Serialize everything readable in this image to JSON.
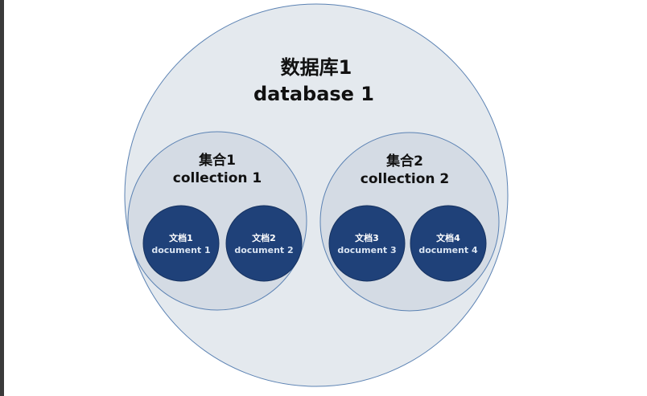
{
  "database": {
    "label_cn": "数据库1",
    "label_en": "database 1"
  },
  "collections": [
    {
      "label_cn": "集合1",
      "label_en": "collection 1",
      "documents": [
        {
          "label_cn": "文档1",
          "label_en": "document 1"
        },
        {
          "label_cn": "文档2",
          "label_en": "document 2"
        }
      ]
    },
    {
      "label_cn": "集合2",
      "label_en": "collection 2",
      "documents": [
        {
          "label_cn": "文档3",
          "label_en": "document 3"
        },
        {
          "label_cn": "文档4",
          "label_en": "document 4"
        }
      ]
    }
  ],
  "colors": {
    "database_fill": "#e4e9ee",
    "collection_fill": "#d4dbe4",
    "document_fill": "#1f4179",
    "stroke": "#5b82b3"
  }
}
